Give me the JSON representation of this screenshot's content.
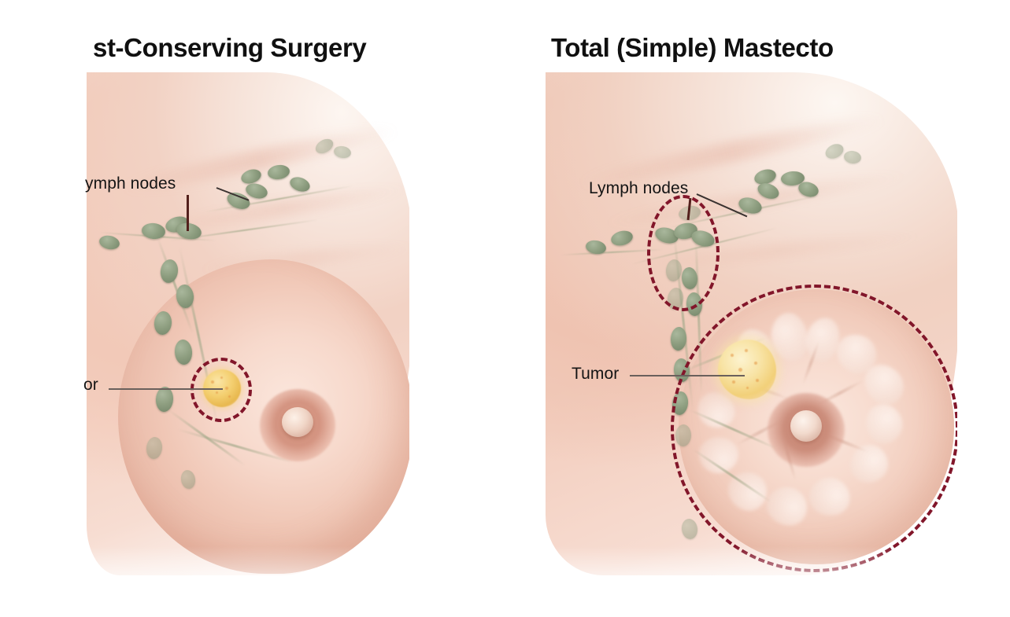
{
  "figure": {
    "type": "medical-illustration",
    "subject": "Breast cancer surgery comparison",
    "background_color": "#ffffff"
  },
  "panels": [
    {
      "id": "breast-conserving-surgery",
      "title": "st-Conserving Surgery",
      "title_note": "clipped at left edge of image",
      "labels": [
        {
          "name": "lymph-nodes",
          "text": "ymph nodes",
          "note": "clipped at left edge"
        },
        {
          "name": "tumor",
          "text": "or",
          "note": "clipped at left edge"
        }
      ],
      "markings": {
        "surgical_margin": "small dashed circle around tumor only",
        "margin_color": "#82162a"
      }
    },
    {
      "id": "total-simple-mastectomy",
      "title": "Total (Simple) Mastecto",
      "title_note": "clipped at right edge of image",
      "labels": [
        {
          "name": "lymph-nodes",
          "text": "Lymph nodes"
        },
        {
          "name": "tumor",
          "text": "Tumor"
        }
      ],
      "markings": {
        "surgical_margin": "large dashed circle around whole breast plus dashed oval around axillary lymph nodes",
        "margin_color": "#82162a"
      }
    }
  ],
  "anatomy": {
    "tumor_color": "#f2d079",
    "lymph_node_color": "#8e9e80",
    "skin_color": "#f2cebe",
    "nipple_color": "#cf9180"
  }
}
